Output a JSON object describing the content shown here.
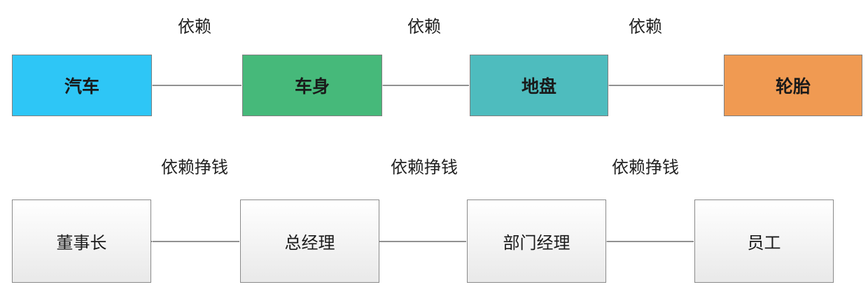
{
  "row1": {
    "edge_label": "依赖",
    "nodes": [
      {
        "id": "car",
        "label": "汽车",
        "color": "#2ec6f6"
      },
      {
        "id": "body",
        "label": "车身",
        "color": "#46b97a"
      },
      {
        "id": "chassis",
        "label": "地盘",
        "color": "#4ebcbe"
      },
      {
        "id": "tire",
        "label": "轮胎",
        "color": "#f09a52"
      }
    ]
  },
  "row2": {
    "edge_label": "依赖挣钱",
    "nodes": [
      {
        "id": "chairman",
        "label": "董事长"
      },
      {
        "id": "general-manager",
        "label": "总经理"
      },
      {
        "id": "department-manager",
        "label": "部门经理"
      },
      {
        "id": "employee",
        "label": "员工"
      }
    ]
  }
}
